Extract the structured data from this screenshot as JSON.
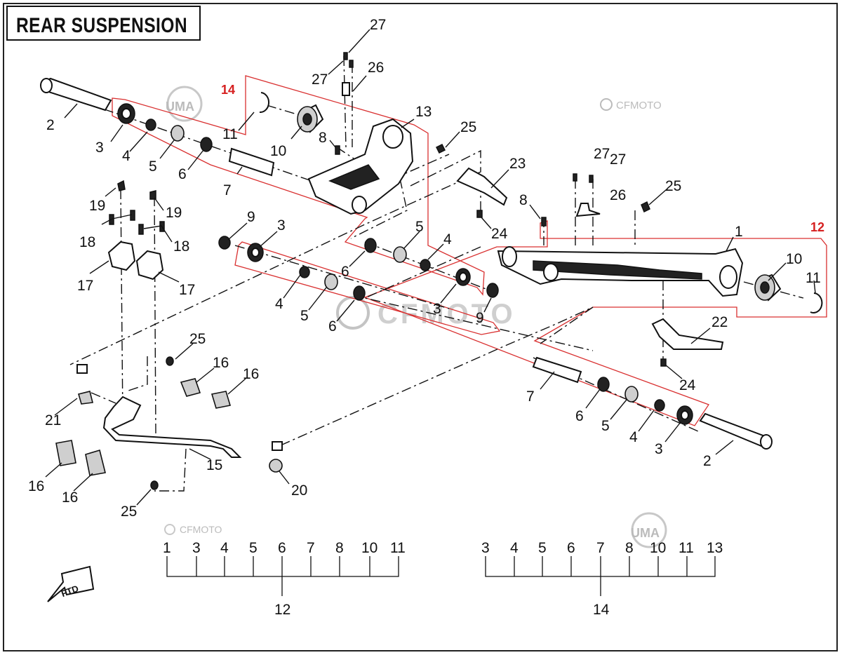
{
  "title": "REAR SUSPENSION",
  "watermarks": {
    "brand_small": "CFMOTO",
    "brand_large": "CFMOTO",
    "uma": "UMA"
  },
  "callouts": {
    "c27a": "27",
    "c27b": "27",
    "c26a": "26",
    "c27c": "27",
    "c27d": "27",
    "c26b": "26",
    "c14": "14",
    "c12": "12",
    "c2a": "2",
    "c3a": "3",
    "c4a": "4",
    "c5a": "5",
    "c6a": "6",
    "c7a": "7",
    "c11a": "11",
    "c10a": "10",
    "c8a": "8",
    "c13": "13",
    "c25a": "25",
    "c23": "23",
    "c24a": "24",
    "c19a": "19",
    "c19b": "19",
    "c18a": "18",
    "c18b": "18",
    "c17a": "17",
    "c17b": "17",
    "c9a": "9",
    "c3b": "3",
    "c5b": "5",
    "c4b": "4",
    "c6b": "6",
    "c4c": "4",
    "c5c": "5",
    "c6c": "6",
    "c3c": "3",
    "c9b": "9",
    "c8b": "8",
    "c25b": "25",
    "c1": "1",
    "c10b": "10",
    "c11b": "11",
    "c22": "22",
    "c24b": "24",
    "c25c": "25",
    "c16a": "16",
    "c16b": "16",
    "c21": "21",
    "c16c": "16",
    "c16d": "16",
    "c15": "15",
    "c25d": "25",
    "c20": "20",
    "c7b": "7",
    "c6d": "6",
    "c5d": "5",
    "c4d": "4",
    "c3d": "3",
    "c2b": "2"
  },
  "kit_trees": [
    {
      "id": "12",
      "label": "12",
      "items": [
        "1",
        "3",
        "4",
        "5",
        "6",
        "7",
        "8",
        "10",
        "11"
      ]
    },
    {
      "id": "14",
      "label": "14",
      "items": [
        "3",
        "4",
        "5",
        "6",
        "7",
        "8",
        "10",
        "11",
        "13"
      ]
    }
  ],
  "ftd_arrow": "FTD"
}
